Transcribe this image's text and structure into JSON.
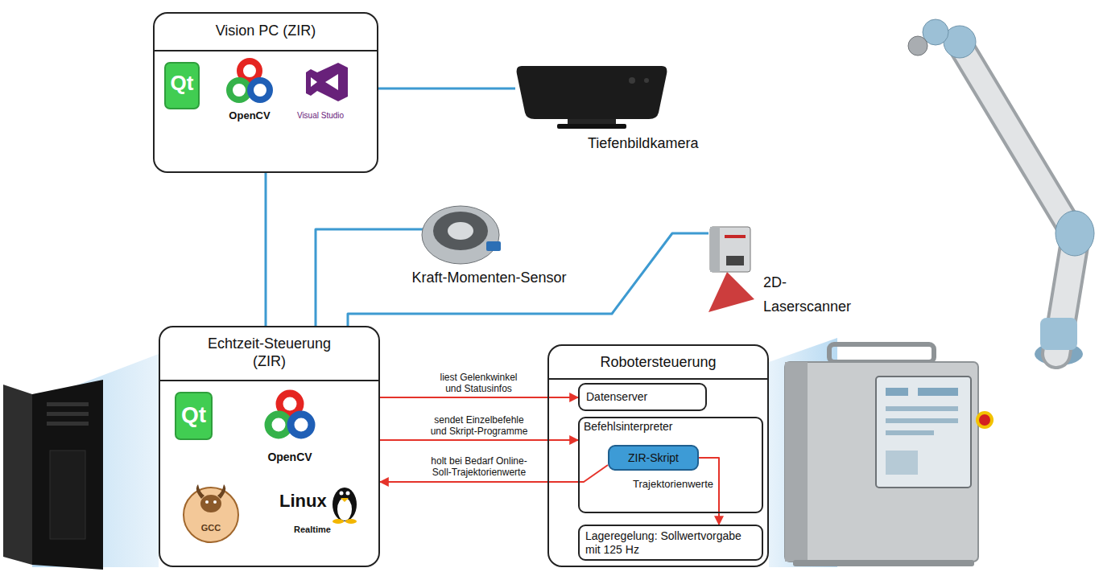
{
  "diagram": {
    "nodes": [
      {
        "text": [
          "Vision PC (ZIR)",
          "Qt",
          "OpenCV",
          "Visual Studio"
        ]
      },
      {
        "text": [
          "Tiefenbildkamera"
        ]
      },
      {
        "text": [
          "Kraft-Momenten-Sensor"
        ]
      },
      {
        "text": [
          "2D- Laserscanner"
        ]
      },
      {
        "text": [
          "Echtzeit-Steuerung (ZIR)",
          "Qt",
          "OpenCV",
          "GCC",
          "Linux",
          "Realtime"
        ]
      },
      {
        "text": [
          "Robotersteuerung"
        ]
      },
      {
        "text": [
          "Datenserver"
        ],
        "in": 5
      },
      {
        "text": [
          "Befehlsinterpreter"
        ],
        "in": 5
      },
      {
        "text": [
          "ZIR-Skript"
        ],
        "in": 7
      },
      {
        "text": [
          "Lageregelung: Sollwertvorgabe mit 125 Hz"
        ],
        "in": 5
      }
    ],
    "edges": [
      {
        "from": 0,
        "to": 1,
        "arrow": "none"
      },
      {
        "from": 0,
        "to": 4,
        "arrow": "none"
      },
      {
        "from": 2,
        "to": 4,
        "arrow": "none"
      },
      {
        "from": 3,
        "to": 4,
        "arrow": "none"
      },
      {
        "from": 4,
        "to": 6,
        "label": "liest Gelenkwinkel und Statusinfos",
        "arrow": "to"
      },
      {
        "from": 4,
        "to": 7,
        "label": "sendet Einzelbefehle und Skript-Programme",
        "arrow": "to"
      },
      {
        "from": 8,
        "to": 4,
        "label": "holt bei Bedarf Online-Soll-Trajektorienwerte",
        "arrow": "to"
      },
      {
        "from": 8,
        "to": 9,
        "label": "Trajektorienwerte",
        "arrow": "to"
      }
    ]
  }
}
